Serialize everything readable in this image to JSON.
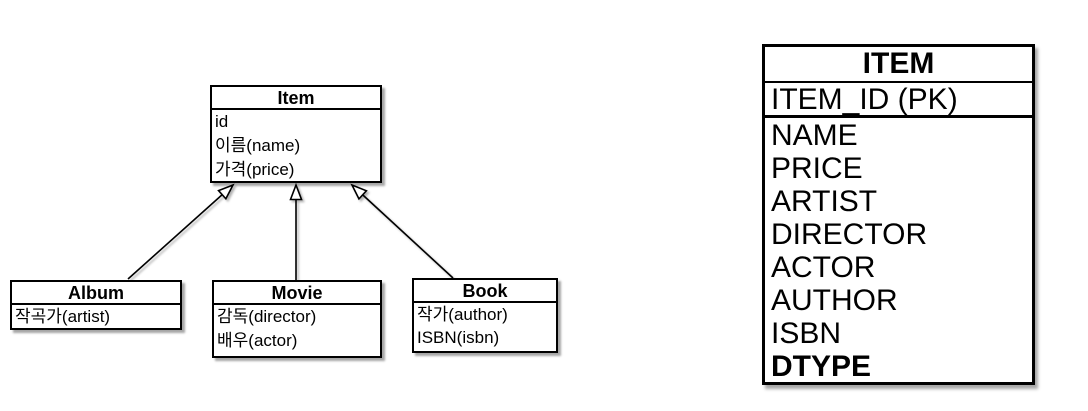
{
  "diagram": {
    "item": {
      "title": "Item",
      "fields": [
        "id",
        "이름(name)",
        "가격(price)"
      ]
    },
    "album": {
      "title": "Album",
      "fields": [
        "작곡가(artist)"
      ]
    },
    "movie": {
      "title": "Movie",
      "fields": [
        "감독(director)",
        "배우(actor)"
      ]
    },
    "book": {
      "title": "Book",
      "fields": [
        "작가(author)",
        "ISBN(isbn)"
      ]
    },
    "relations": [
      {
        "from": "Album",
        "to": "Item",
        "type": "inheritance"
      },
      {
        "from": "Movie",
        "to": "Item",
        "type": "inheritance"
      },
      {
        "from": "Book",
        "to": "Item",
        "type": "inheritance"
      }
    ]
  },
  "table": {
    "title": "ITEM",
    "pk": "ITEM_ID (PK)",
    "rows": [
      {
        "label": "NAME",
        "bold": false
      },
      {
        "label": "PRICE",
        "bold": false
      },
      {
        "label": "ARTIST",
        "bold": false
      },
      {
        "label": "DIRECTOR",
        "bold": false
      },
      {
        "label": "ACTOR",
        "bold": false
      },
      {
        "label": "AUTHOR",
        "bold": false
      },
      {
        "label": "ISBN",
        "bold": false
      },
      {
        "label": "DTYPE",
        "bold": true
      }
    ]
  },
  "colors": {
    "line": "#000000",
    "background": "#ffffff",
    "text": "#000000"
  }
}
